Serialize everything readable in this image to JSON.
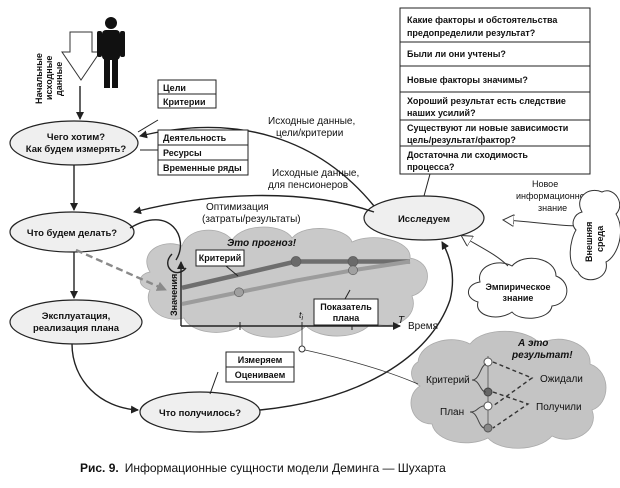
{
  "ellipses": {
    "want": [
      "Чего хотим?",
      "Как будем измерять?"
    ],
    "do": "Что будем делать?",
    "exploit": [
      "Эксплуатация,",
      "реализация плана"
    ],
    "got": "Что получилось?",
    "research": "Исследуем"
  },
  "inputs": {
    "initial": [
      "Начальные",
      "исходные",
      "данные"
    ]
  },
  "boxes": {
    "goals": [
      "Цели",
      "Критерии"
    ],
    "activity": [
      "Деятельность",
      "Ресурсы",
      "Временные ряды"
    ],
    "measure": [
      "Измеряем",
      "Оцениваем"
    ],
    "questions": [
      "Какие факторы и обстоятельства",
      "предопределили результат?",
      "Были ли они учтены?",
      "Новые факторы значимы?",
      "Хороший результат есть следствие",
      "наших усилий?",
      "Существуют ли новые зависимости",
      "цель/результат/фактор?",
      "Достаточна ли сходимость",
      "процесса?"
    ]
  },
  "labels": {
    "source1": [
      "Исходные данные,",
      "цели/критерии"
    ],
    "source2": [
      "Исходные данные,",
      "для пенсионеров"
    ],
    "optim": [
      "Оптимизация",
      "(затраты/результаты)"
    ],
    "new_info": [
      "Новое",
      "информационное",
      "знание"
    ],
    "external": [
      "Внешняя",
      "среда"
    ],
    "empirical": [
      "Эмпирическое",
      "знание"
    ]
  },
  "chart": {
    "title": "Это прогноз!",
    "criterion": "Критерий",
    "plan": [
      "Показатель",
      "плана"
    ],
    "ylabel": "Значения",
    "xlabel": "Время",
    "t_label": "T",
    "ti_label": "t",
    "ti_sub": "i"
  },
  "chart_data": {
    "type": "line",
    "title": "Это прогноз!",
    "xlabel": "Время",
    "ylabel": "Значения",
    "x": [
      0,
      1,
      2,
      3,
      4
    ],
    "series": [
      {
        "name": "Критерий",
        "values": [
          2.6,
          3.5,
          4.4,
          4.4,
          4.4
        ]
      },
      {
        "name": "Показатель плана",
        "values": [
          1.5,
          2.3,
          3.1,
          3.8,
          4.4
        ]
      }
    ],
    "ylim": [
      0,
      6
    ],
    "xlim": [
      0,
      4
    ],
    "grid": false
  },
  "result_cloud": {
    "title": [
      "А это",
      "результат!"
    ],
    "criterion": "Критерий",
    "plan": "План",
    "expected": "Ожидали",
    "got": "Получили"
  },
  "caption": {
    "prefix": "Рис. 9.",
    "text": "Информационные сущности модели Деминга — Шухарта"
  },
  "colors": {
    "ellipse_fill": "#efefef",
    "cloud_fill": "#c9c9c9",
    "cloud_dark": "#b4b4b4",
    "criterion_line": "#6e6e6e",
    "plan_line": "#9c9c9c",
    "stroke": "#222222"
  }
}
